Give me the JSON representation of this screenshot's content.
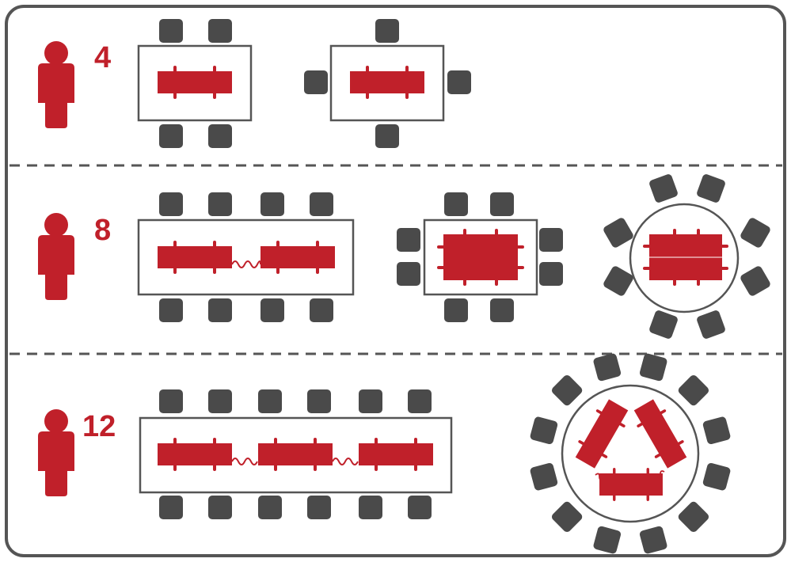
{
  "colors": {
    "accent": "#C0202A",
    "chair": "#4A4A4A",
    "outline": "#555555",
    "divider": "#555555",
    "background": "#FFFFFF"
  },
  "rows": [
    {
      "label": "4",
      "icon": "person-icon",
      "arrangements": [
        "rectangular-table-4-seats-long-sides",
        "rectangular-table-4-seats-all-sides"
      ]
    },
    {
      "label": "8",
      "icon": "person-icon",
      "arrangements": [
        "rectangular-table-8-seats",
        "rectangular-table-8-seats-compact",
        "round-table-8-seats"
      ]
    },
    {
      "label": "12",
      "icon": "person-icon",
      "arrangements": [
        "rectangular-table-12-seats",
        "round-table-12-seats-triangle"
      ]
    }
  ]
}
